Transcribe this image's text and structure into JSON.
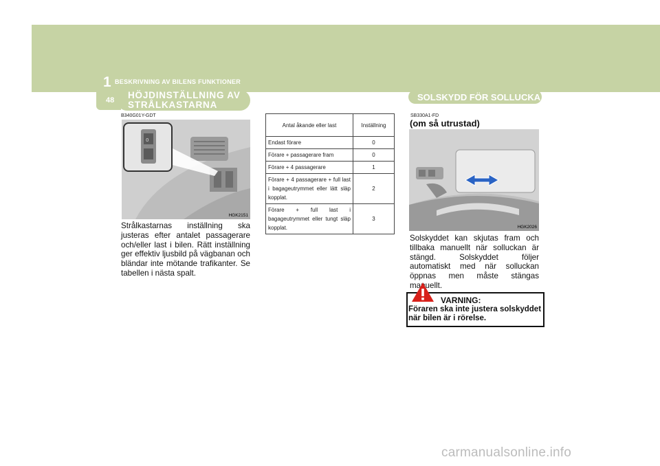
{
  "header": {
    "chapter_number": "1",
    "chapter_title": "BESKRIVNING AV BILENS FUNKTIONER",
    "page_number": "48"
  },
  "left_section": {
    "heading_line1": "HÖJDINSTÄLLNING AV",
    "heading_line2": "STRÅLKASTARNA",
    "code": "B340G01Y-GDT",
    "photo_label": "HGK2151",
    "body": "Strålkastarnas inställning ska justeras efter antalet passagerare och/eller last i bilen. Rätt inställning ger effektiv ljusbild på vägbanan och bländar inte mötande trafikanter. Se tabellen i nästa spalt."
  },
  "table": {
    "header_col1": "Antal åkande eller last",
    "header_col2": "Inställning",
    "rows": [
      {
        "load": "Endast förare",
        "setting": "0"
      },
      {
        "load": "Förare + passagerare fram",
        "setting": "0"
      },
      {
        "load": "Förare + 4 passagerare",
        "setting": "1"
      },
      {
        "load": "Förare + 4 passagerare + full last i bagageutrymmet eller lätt släp kopplat.",
        "setting": "2"
      },
      {
        "load": "Förare + full last i bagageutrymmet eller tungt släp kopplat.",
        "setting": "3"
      }
    ]
  },
  "right_section": {
    "heading": "SOLSKYDD FÖR SOLLUCKA",
    "code": "SB330A1-FD",
    "subtitle": "(om så utrustad)",
    "photo_label": "HGK2026",
    "body": "Solskyddet kan skjutas fram och tillbaka manuellt när solluckan är stängd. Solskyddet följer automatiskt med när solluckan öppnas men måste stängas manuellt."
  },
  "warning": {
    "icon": "warning-icon",
    "title": "VARNING:",
    "text": "Föraren ska inte justera solskyddet när bilen är i rörelse."
  },
  "watermark": "carmanualsonline.info",
  "colors": {
    "band": "#c6d3a4",
    "arrow": "#2a63c4"
  }
}
